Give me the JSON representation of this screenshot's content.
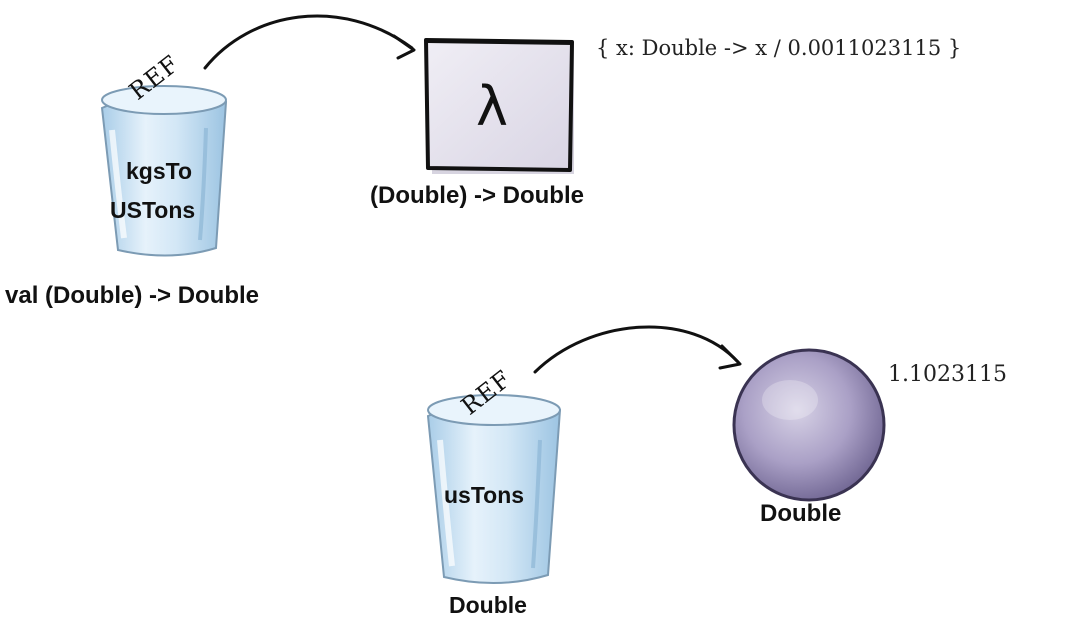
{
  "colors": {
    "cup_fill": "#cfe6f6",
    "cup_stroke": "#6f8ea8",
    "lambda_box_fill": "#e6e3ee",
    "lambda_box_stroke": "#1a1a1a",
    "sphere_fill": "#a79cc2",
    "sphere_stroke": "#3a3352",
    "arrow": "#111111"
  },
  "variables": [
    {
      "ref_label": "REF",
      "cup_name_line1": "kgsTo",
      "cup_name_line2": "USTons",
      "type_caption": "val (Double) -> Double"
    },
    {
      "ref_label": "REF",
      "cup_name": "usTons",
      "type_caption": "Double"
    }
  ],
  "lambda_object": {
    "symbol": "λ",
    "type_caption": "(Double) -> Double",
    "code": "{ x: Double -> x / 0.0011023115 }"
  },
  "double_object": {
    "value": "1.1023115",
    "type_caption": "Double"
  }
}
